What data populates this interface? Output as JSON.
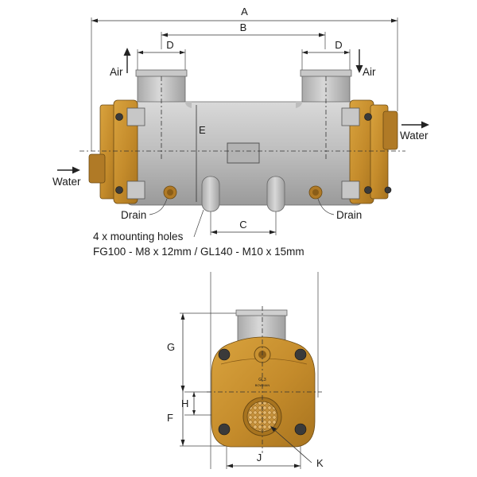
{
  "dimensions": {
    "A": "A",
    "B": "B",
    "C": "C",
    "D_left": "D",
    "D_right": "D",
    "E": "E",
    "F": "F",
    "G": "G",
    "H": "H",
    "J": "J",
    "K": "K"
  },
  "callouts": {
    "air_in": "Air",
    "air_out": "Air",
    "water_in": "Water",
    "water_out": "Water",
    "drain_left": "Drain",
    "drain_right": "Drain"
  },
  "mounting_note": {
    "line1": "4 x mounting holes",
    "line2": "FG100 - M8 x 12mm / GL140 - M10 x 15mm"
  },
  "plate_text": {
    "line1": "GL3",
    "line2": "BOWMAN"
  },
  "colors": {
    "bronze": "#c8902e",
    "steel": "#b9b9b9",
    "bolt": "#3a3a3a"
  }
}
